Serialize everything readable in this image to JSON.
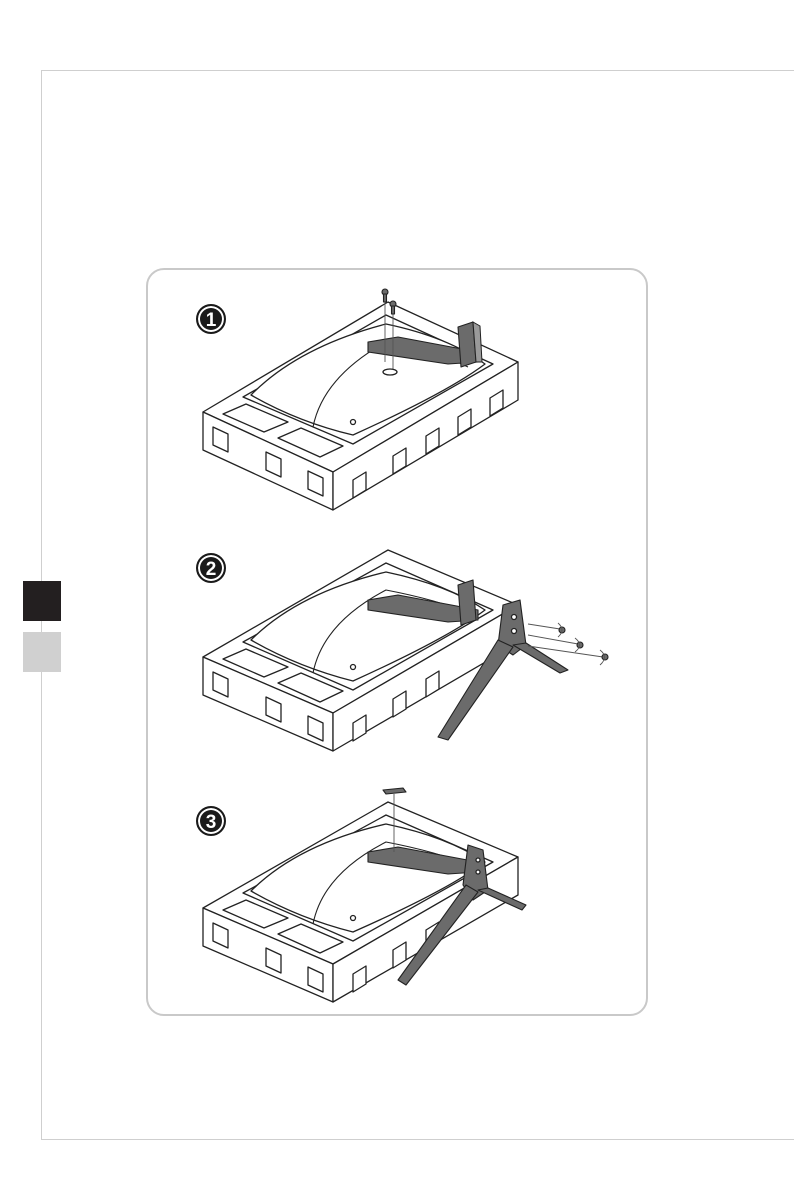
{
  "steps": [
    {
      "number": "1",
      "illustration": "attach-bracket-to-monitor"
    },
    {
      "number": "2",
      "illustration": "attach-stand-base-with-screws"
    },
    {
      "number": "3",
      "illustration": "attach-hinge-cover"
    }
  ],
  "colors": {
    "tab_dark": "#231f20",
    "tab_light": "#d0d0d0",
    "panel_border": "#c9c9c9",
    "part_fill": "#6b6b6b"
  },
  "icons": [
    "screw-icon",
    "step-number-icon"
  ]
}
